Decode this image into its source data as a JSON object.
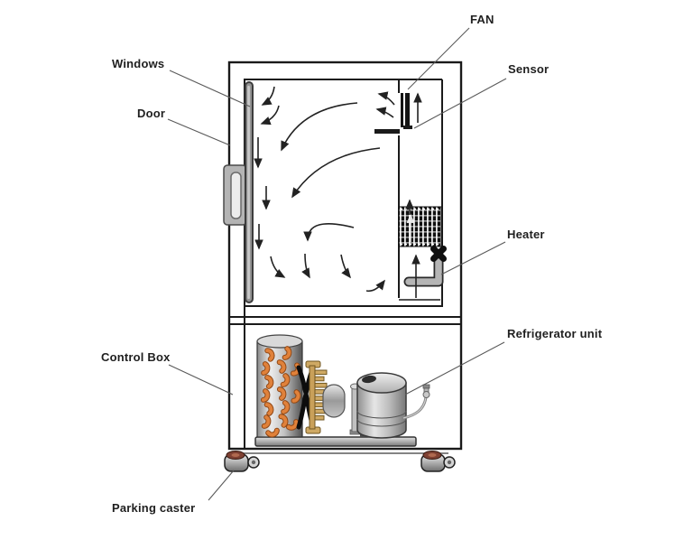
{
  "labels": {
    "windows": "Windows",
    "door": "Door",
    "fan": "FAN",
    "sensor": "Sensor",
    "heater": "Heater",
    "control_box": "Control Box",
    "refrigerator_unit": "Refrigerator unit",
    "parking_caster": "Parking caster"
  },
  "colors": {
    "line": "#1a1a1a",
    "leader": "#5a5a5a",
    "condenser_coil_orange": "#e0813a",
    "condenser_coil_outline": "#8f4715",
    "fin_tan": "#cfa964",
    "fin_outline": "#6f5520",
    "metal_gray": "#bdbdbd",
    "caster_hub_brown": "#7e4032"
  }
}
